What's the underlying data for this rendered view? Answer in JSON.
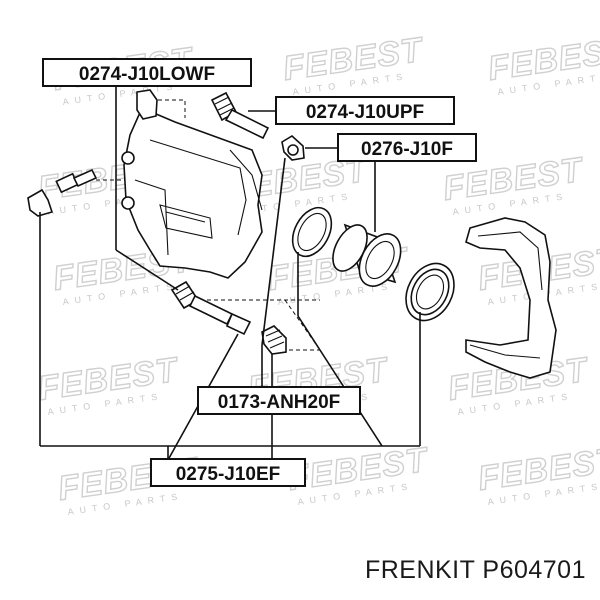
{
  "diagram": {
    "watermark": {
      "brand": "FEBEST",
      "subtext": "AUTO PARTS"
    },
    "part_labels": {
      "lower_guide_pin": "0274-J10LOWF",
      "upper_guide_pin": "0274-J10UPF",
      "piston": "0276-J10F",
      "guide_boot": "0173-ANH20F",
      "repair_kit": "0275-J10EF"
    }
  },
  "footer": {
    "brand": "FRENKIT",
    "part_number": "P604701"
  }
}
